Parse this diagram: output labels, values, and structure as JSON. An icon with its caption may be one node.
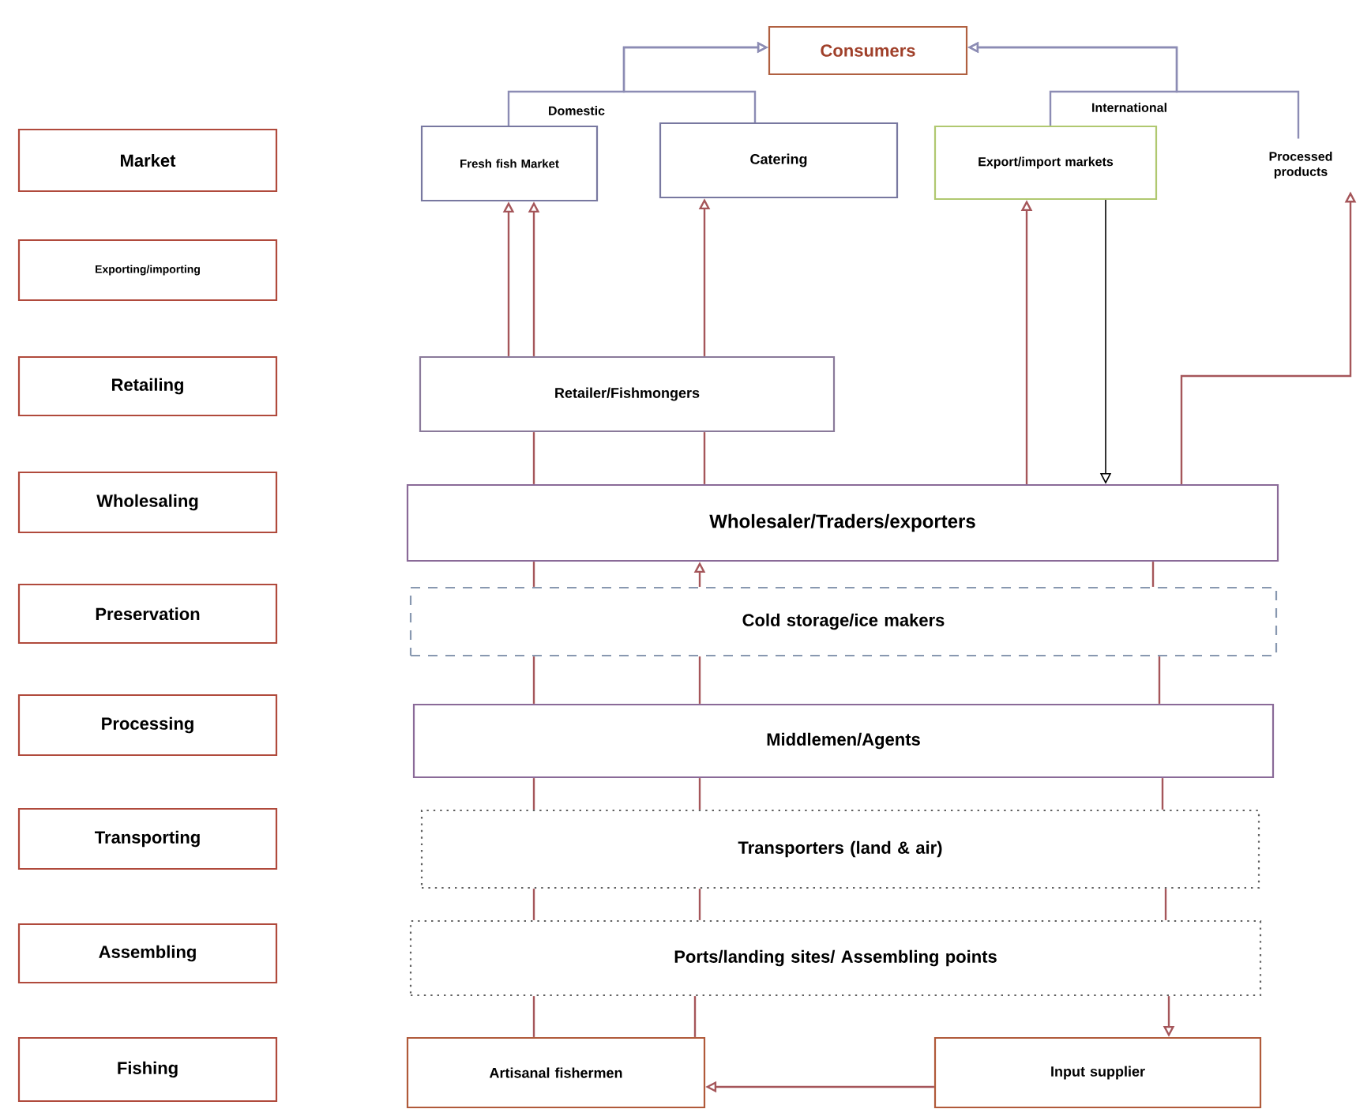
{
  "diagram": {
    "nodes": [
      {
        "text": [
          "Market"
        ]
      },
      {
        "text": [
          "Exporting/importing"
        ]
      },
      {
        "text": [
          "Retailing"
        ]
      },
      {
        "text": [
          "Wholesaling"
        ]
      },
      {
        "text": [
          "Preservation"
        ]
      },
      {
        "text": [
          "Processing"
        ]
      },
      {
        "text": [
          "Transporting"
        ]
      },
      {
        "text": [
          "Assembling"
        ]
      },
      {
        "text": [
          "Fishing"
        ]
      },
      {
        "text": [
          "Consumers"
        ]
      },
      {
        "text": [
          "Fresh fish Market"
        ]
      },
      {
        "text": [
          "Catering"
        ]
      },
      {
        "text": [
          "Export/import markets"
        ]
      },
      {
        "text": [
          "Processed products"
        ]
      },
      {
        "text": [
          "Retailer/Fishmongers"
        ]
      },
      {
        "text": [
          "Wholesaler/Traders/exporters"
        ]
      },
      {
        "text": [
          "Cold storage/ice makers"
        ]
      },
      {
        "text": [
          "Middlemen/Agents"
        ]
      },
      {
        "text": [
          "Transporters (land & air)"
        ]
      },
      {
        "text": [
          "Ports/landing sites/ Assembling points"
        ]
      },
      {
        "text": [
          "Artisanal fishermen"
        ]
      },
      {
        "text": [
          "Input supplier"
        ]
      }
    ],
    "edges": [
      {
        "from": 10,
        "to": 9,
        "arrow": "to",
        "color": "#8c8cb4"
      },
      {
        "from": 11,
        "to": 9,
        "arrow": "to",
        "color": "#8c8cb4"
      },
      {
        "from": 12,
        "to": 9,
        "arrow": "to",
        "color": "#8c8cb4"
      },
      {
        "from": 13,
        "to": 9,
        "arrow": "to",
        "color": "#8c8cb4"
      },
      {
        "from": 14,
        "to": 10,
        "arrow": "to"
      },
      {
        "from": 14,
        "to": 10,
        "arrow": "to"
      },
      {
        "from": 14,
        "to": 11,
        "arrow": "to"
      },
      {
        "from": 15,
        "to": 12,
        "arrow": "to"
      },
      {
        "from": 15,
        "to": 13,
        "arrow": "to"
      },
      {
        "from": 12,
        "to": 15,
        "arrow": "to",
        "color": "#000000"
      },
      {
        "from": 14,
        "to": 15,
        "arrow": "none"
      },
      {
        "from": 14,
        "to": 15,
        "arrow": "none"
      },
      {
        "from": 15,
        "to": 16,
        "arrow": "none"
      },
      {
        "from": 16,
        "to": 15,
        "arrow": "to"
      },
      {
        "from": 15,
        "to": 16,
        "arrow": "none"
      },
      {
        "from": 16,
        "to": 17,
        "arrow": "none"
      },
      {
        "from": 16,
        "to": 17,
        "arrow": "none"
      },
      {
        "from": 16,
        "to": 17,
        "arrow": "none"
      },
      {
        "from": 17,
        "to": 18,
        "arrow": "none"
      },
      {
        "from": 17,
        "to": 18,
        "arrow": "none"
      },
      {
        "from": 17,
        "to": 18,
        "arrow": "none"
      },
      {
        "from": 18,
        "to": 19,
        "arrow": "none"
      },
      {
        "from": 18,
        "to": 19,
        "arrow": "none"
      },
      {
        "from": 18,
        "to": 19,
        "arrow": "none"
      },
      {
        "from": 19,
        "to": 20,
        "arrow": "none"
      },
      {
        "from": 19,
        "to": 20,
        "arrow": "none"
      },
      {
        "from": 19,
        "to": 21,
        "arrow": "to"
      },
      {
        "from": 21,
        "to": 20,
        "arrow": "to"
      }
    ],
    "labels": [
      "Domestic",
      "International"
    ]
  }
}
